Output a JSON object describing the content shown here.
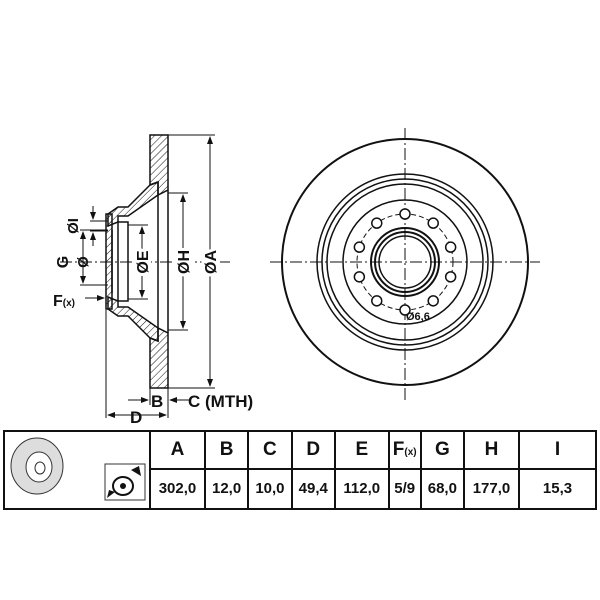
{
  "drawing": {
    "labels": {
      "I": "ØI",
      "G": "G",
      "G_dia": "Ø",
      "E": "ØE",
      "H": "ØH",
      "A": "ØA",
      "F": "F",
      "F_sub": "(x)",
      "B": "B",
      "C": "C (MTH)",
      "D": "D",
      "hole": "Ø6,6"
    }
  },
  "table": {
    "headers": [
      {
        "main": "A",
        "sub": ""
      },
      {
        "main": "B",
        "sub": ""
      },
      {
        "main": "C",
        "sub": ""
      },
      {
        "main": "D",
        "sub": ""
      },
      {
        "main": "E",
        "sub": ""
      },
      {
        "main": "F",
        "sub": "(x)"
      },
      {
        "main": "G",
        "sub": ""
      },
      {
        "main": "H",
        "sub": ""
      },
      {
        "main": "I",
        "sub": ""
      }
    ],
    "values": [
      "302,0",
      "12,0",
      "10,0",
      "49,4",
      "112,0",
      "5/9",
      "68,0",
      "177,0",
      "15,3"
    ],
    "icons": [
      "brake-disc-icon",
      "disc-measure-icon"
    ]
  }
}
